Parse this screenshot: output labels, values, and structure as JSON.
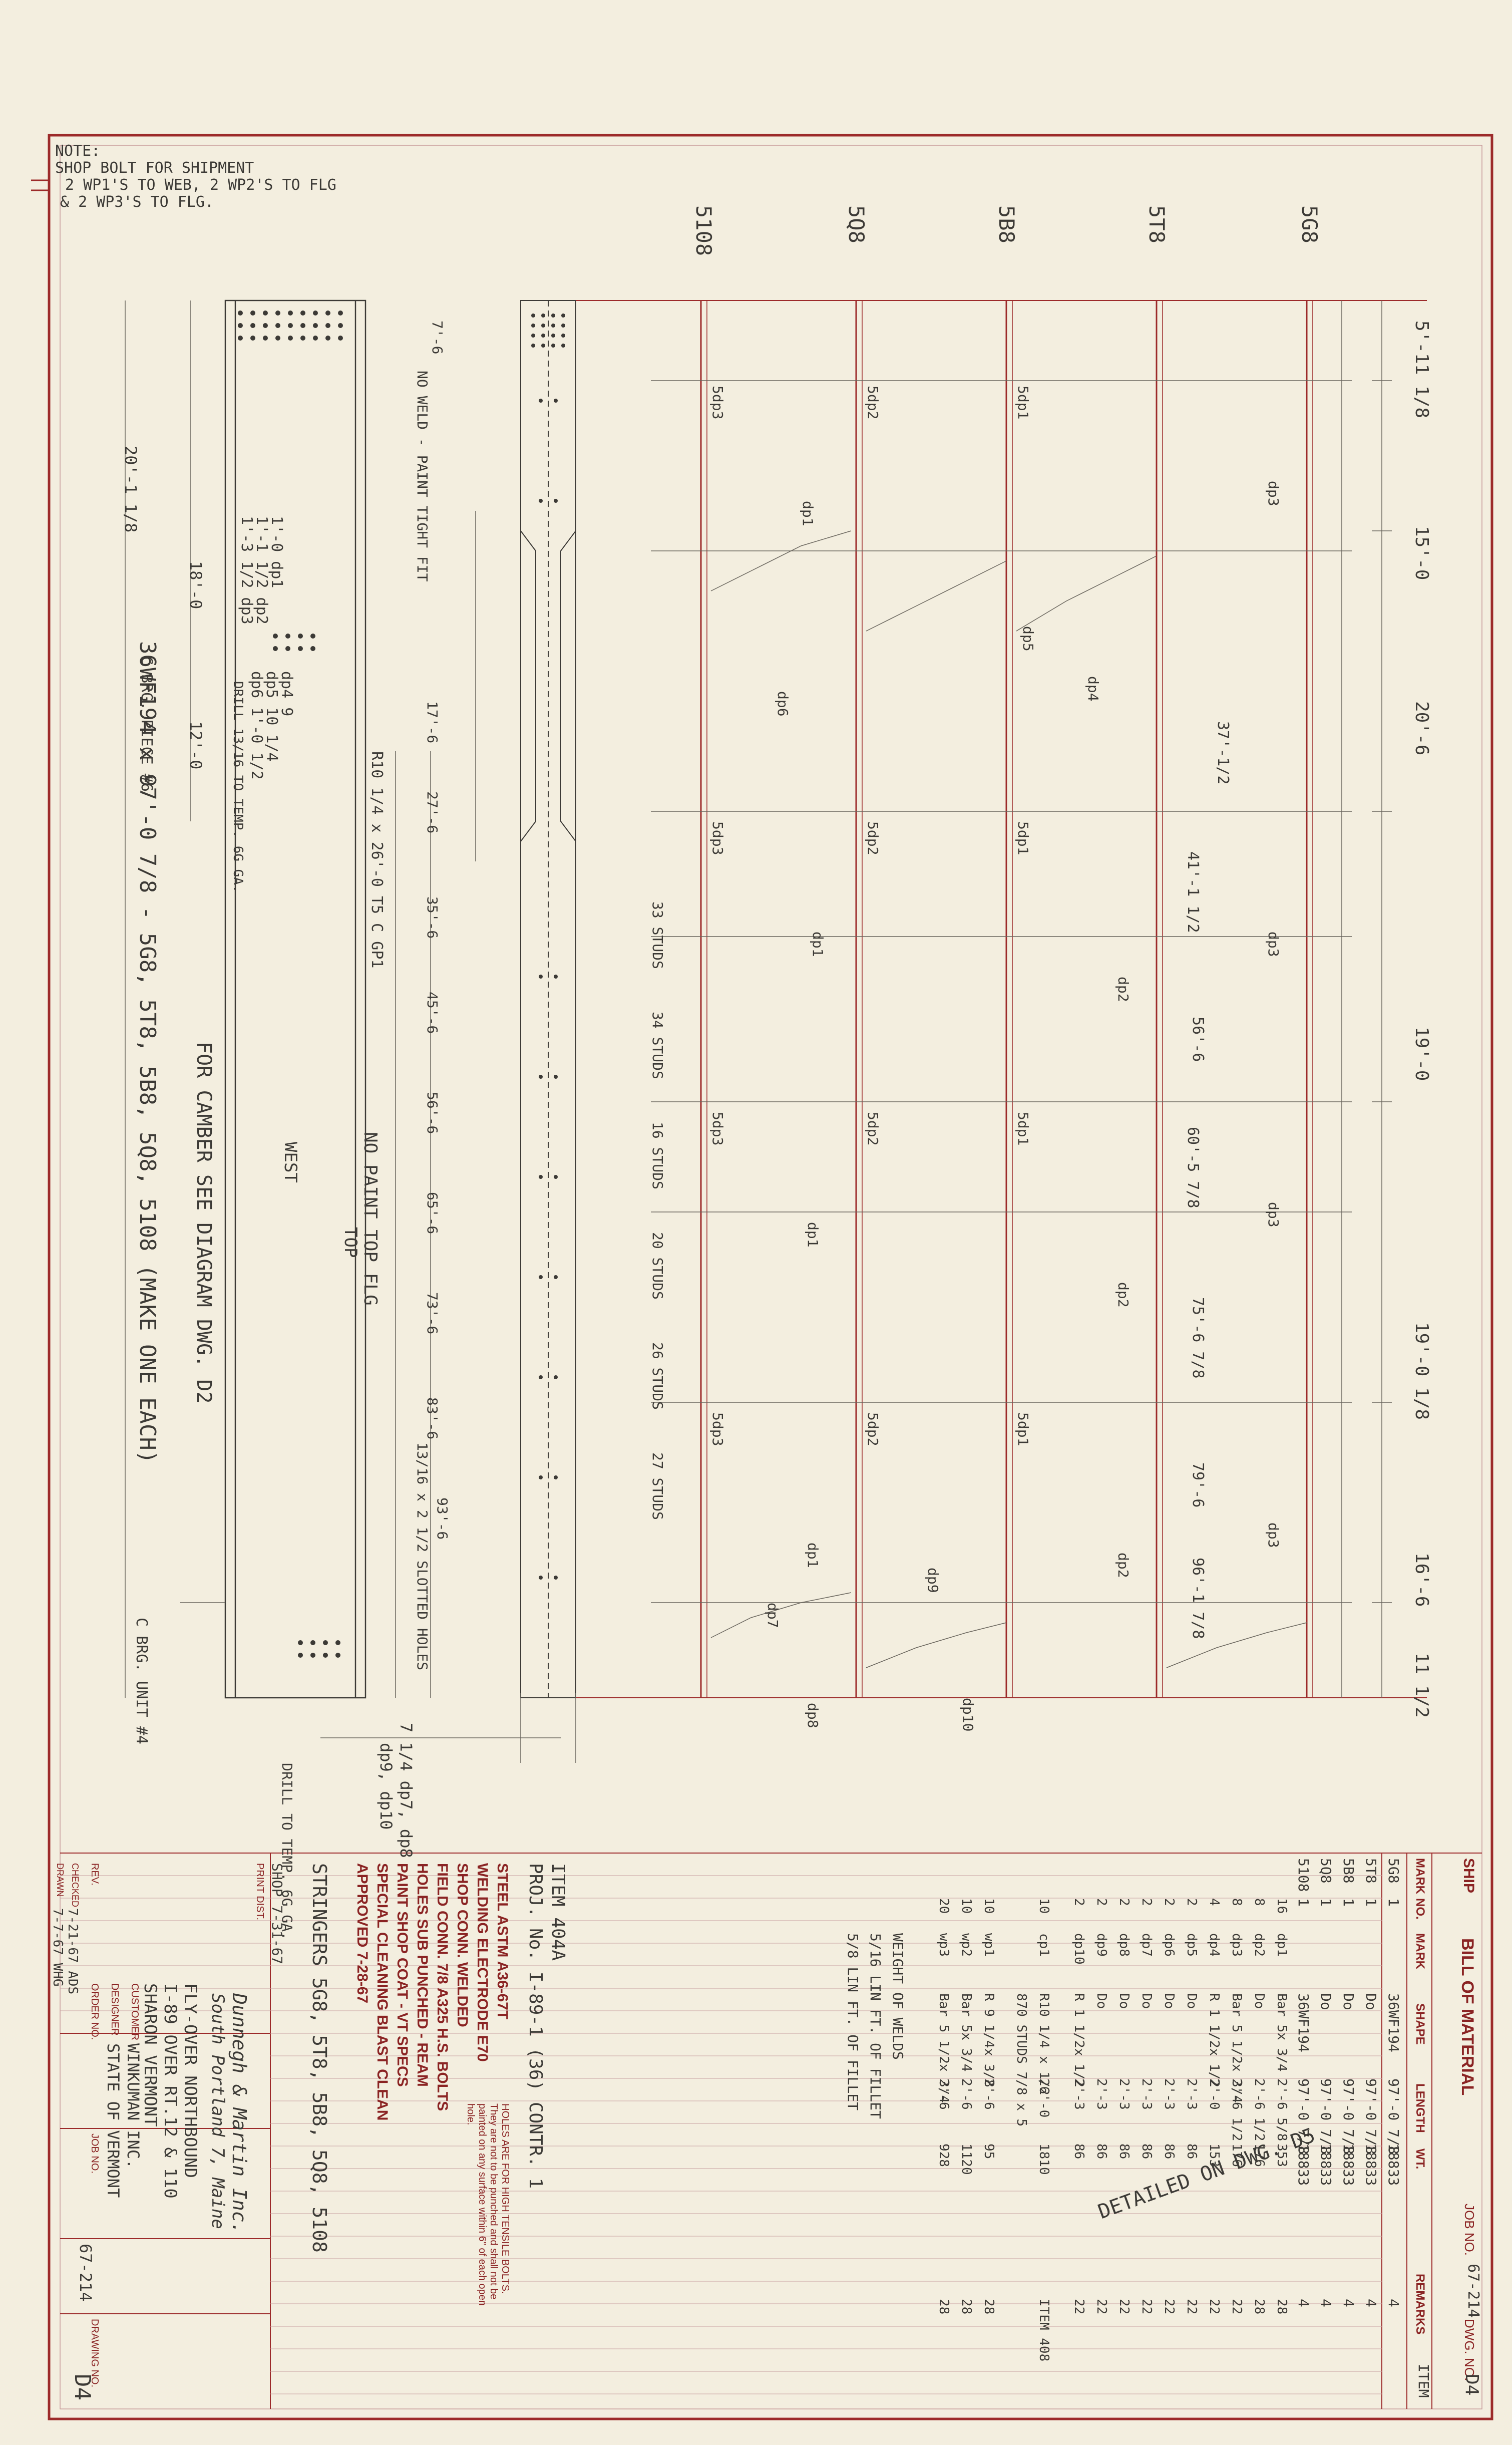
{
  "note": {
    "title": "NOTE:",
    "lines": [
      "SHOP BOLT FOR SHIPMENT",
      "2 WP1'S TO WEB, 2 WP2'S TO FLG",
      "& 2 WP3'S TO FLG."
    ]
  },
  "member_marks": [
    "5G8",
    "5T8",
    "5B8",
    "5Q8",
    "5108"
  ],
  "top_dimensions": [
    "5'-11 1/8",
    "15'-0",
    "20'-6",
    "19'-0",
    "19'-0 1/8",
    "16'-6",
    "11 1/2"
  ],
  "web_dimensions": [
    "37'-1/2",
    "41'-1 1/2",
    "56'-6",
    "60'-5 7/8",
    "75'-6 7/8",
    "79'-6",
    "96'-1 7/8"
  ],
  "stiffener_labels": [
    "5dp3",
    "5dp2",
    "5dp1",
    "dp3",
    "dp2",
    "dp1",
    "dp4",
    "dp5",
    "dp6",
    "dp7",
    "dp8",
    "dp9",
    "dp10"
  ],
  "elevation": {
    "member": "36WF194 x 97'-0 7/8 - 5G8, 5T8, 5B8, 5Q8, 5108 (MAKE ONE EACH)",
    "camber_note": "FOR CAMBER SEE DIAGRAM DWG. D2",
    "paint_note": "NO PAINT TOP FLG",
    "top_label": "TOP",
    "west_label": "WEST",
    "bearing_left": "C BRG. PIECE #6",
    "bearing_right": "C BRG. UNIT #4",
    "holes_note": "13/16 x 2 1/2 SLOTTED HOLES",
    "studs_note": "R10 1/4 x 26'-0 T5 C GP1",
    "splice_dims": [
      "1'-0  dp1",
      "1'-1 1/2  dp2",
      "1'-3 1/2  dp3",
      "dp4 9",
      "dp5 10 1/4",
      "dp6 1'-0 1/2"
    ],
    "elev_dims": [
      "20'-1 1/8",
      "18'-0",
      "12'-0",
      "7'-6",
      "17'-6",
      "27'-6",
      "35'-6",
      "45'-6",
      "56'-6",
      "65'-6",
      "73'-6",
      "83'-6",
      "93'-6"
    ],
    "stud_text": [
      "33 STUDS",
      "34 STUDS",
      "16 STUDS",
      "20 STUDS",
      "26 STUDS",
      "27 STUDS"
    ],
    "drill_note": "DRILL 13/16 TO TEMP. 6G GA.",
    "no_weld_note": "NO WELD - PAINT TIGHT FIT",
    "bottom_labels": [
      "7 1/4  dp7, dp8",
      "dp9, dp10",
      "DRILL TO TEMP. 6G GA."
    ]
  },
  "bill_of_material": {
    "header_ship": "SHIP",
    "title": "BILL OF MATERIAL",
    "job_no_label": "JOB NO.",
    "job_no": "67-214",
    "dwg_no_label": "DWG. NO.",
    "dwg_no": "D4",
    "columns": [
      "MARK",
      "NO.",
      "MARK",
      "SHAPE",
      "LENGTH",
      "WT.",
      "REMARKS"
    ],
    "remarks_value": "ITEM",
    "rows": [
      [
        "5G8",
        "1",
        "",
        "36WF194",
        "97'-0 7/8",
        "18833",
        "4"
      ],
      [
        "5T8",
        "1",
        "",
        "Do",
        "97'-0 7/8",
        "18833",
        "4"
      ],
      [
        "5B8",
        "1",
        "",
        "Do",
        "97'-0 7/8",
        "18833",
        "4"
      ],
      [
        "5Q8",
        "1",
        "",
        "Do",
        "97'-0 7/8",
        "18833",
        "4"
      ],
      [
        "5108",
        "1",
        "",
        "36WF194",
        "97'-0 7/8",
        "18833",
        "4"
      ],
      [
        "",
        "16",
        "dp1",
        "Bar 5x 3/4",
        "2'-6 5/8",
        "353",
        "28"
      ],
      [
        "",
        "8",
        "dp2",
        "Do",
        "2'-6 1/2",
        "176",
        "28"
      ],
      [
        "",
        "8",
        "dp3",
        "Bar 5 1/2x 3/4",
        "2'-6 1/2",
        "176",
        "22"
      ],
      [
        "",
        "4",
        "dp4",
        "R 1 1/2x 1/2",
        "2'-0",
        "153",
        "22"
      ],
      [
        "",
        "2",
        "dp5",
        "Do",
        "2'-3",
        "86",
        "22"
      ],
      [
        "",
        "2",
        "dp6",
        "Do",
        "2'-3",
        "86",
        "22"
      ],
      [
        "",
        "2",
        "dp7",
        "Do",
        "2'-3",
        "86",
        "22"
      ],
      [
        "",
        "2",
        "dp8",
        "Do",
        "2'-3",
        "86",
        "22"
      ],
      [
        "",
        "2",
        "dp9",
        "Do",
        "2'-3",
        "86",
        "22"
      ],
      [
        "",
        "2",
        "dp10",
        "R 1 1/2x 1/2",
        "2'-3",
        "86",
        "22"
      ]
    ],
    "detail_note": "DETAILED ON DWG. D5",
    "extra_rows": [
      [
        "",
        "10",
        "cp1",
        "R10 1/4 x 1/2",
        "26'-0",
        "1810",
        "ITEM 408"
      ],
      [
        "",
        "10",
        "wp1",
        "R 9 1/4x 3/8",
        "2'-6",
        "95",
        "28"
      ],
      [
        "",
        "10",
        "wp2",
        "Bar 5x 3/4",
        "2'-6",
        "1120",
        "28"
      ],
      [
        "",
        "20",
        "wp3",
        "Bar 5 1/2x 3/4",
        "2'-6",
        "928",
        "28"
      ]
    ],
    "weld_notes": [
      "WEIGHT OF WELDS",
      "5/16 LIN FT. OF FILLET",
      "5/8 LIN FT. OF FILLET",
      "ITEM 404A",
      "PROJ. No. I-89-1 (36) CONTR. 1"
    ],
    "studs_row": "870 STUDS 7/8 x 5"
  },
  "spec_block": {
    "steel": "STEEL ASTM  A36-67T",
    "welding": "WELDING ELECTRODE  E70",
    "shop_conn": "SHOP CONN.  WELDED",
    "field_conn": "FIELD CONN.  7/8 A325 H.S. BOLTS",
    "holes": "HOLES  SUB PUNCHED - REAM",
    "paint": "PAINT  SHOP COAT - VT SPECS",
    "cleaning": "SPECIAL CLEANING  BLAST CLEAN",
    "approved": "APPROVED  7-28-67",
    "stringers": "STRINGERS  5G8, 5T8, 5B8, 5Q8, 5108",
    "red_note": "HOLES ARE FOR HIGH TENSILE BOLTS. They are not to be punched and shall not be painted on any surface within 6\" of each open hole."
  },
  "title_block": {
    "company": "Dunnegh & Martin Inc.",
    "city": "South Portland 7, Maine",
    "job": "FLY-OVER NORTHBOUND",
    "job2": "I-89 OVER RT.12 & 110",
    "location": "SHARON  VERMONT",
    "customer_label": "CUSTOMER",
    "customer": "WINKUMAN INC.",
    "designer_label": "DESIGNER",
    "designer": "STATE OF VERMONT",
    "order_label": "ORDER NO.",
    "job_no_label": "JOB NO.",
    "job_no": "67-214",
    "drawing_label": "DRAWING NO.",
    "drawing_no": "D4",
    "checked_label": "CHECKED",
    "checked": "7-21-67 ADS",
    "drawn_label": "DRAWN",
    "drawn": "7-7-67 WHG",
    "print_dist": "PRINT DIST.",
    "rev": "REV.",
    "date": "SHOP 7-31-67"
  },
  "colors": {
    "paper": "#f3eedf",
    "border": "#9c2a2a",
    "pencil": "#3c3a36"
  }
}
